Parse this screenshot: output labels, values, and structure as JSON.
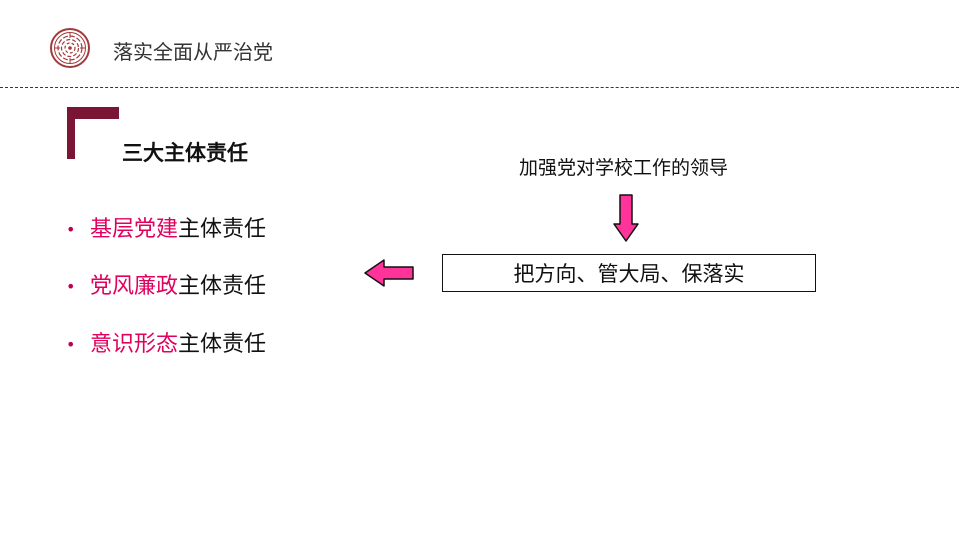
{
  "header": {
    "title": "落实全面从严治党"
  },
  "section": {
    "title": "三大主体责任"
  },
  "responsibilities": [
    {
      "highlight": "基层党建",
      "rest": "主体责任"
    },
    {
      "highlight": "党风廉政",
      "rest": "主体责任"
    },
    {
      "highlight": "意识形态",
      "rest": "主体责任"
    }
  ],
  "diagram": {
    "lead": "加强党对学校工作的领导",
    "box": "把方向、管大局、保落实"
  },
  "colors": {
    "brand": "#7a1535",
    "accent": "#e0005e",
    "arrow_fill": "#ff3399",
    "divider": "#1f3864"
  },
  "icons": {
    "logo": "university-seal-icon",
    "section_marker": "corner-bracket-icon",
    "down": "down-arrow-icon",
    "left": "left-arrow-icon"
  }
}
